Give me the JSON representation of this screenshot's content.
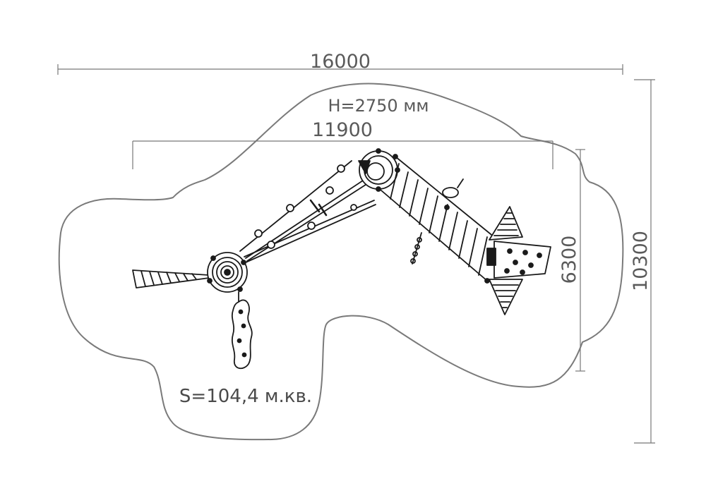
{
  "dimensions": {
    "total_width": "16000",
    "inner_width": "11900",
    "total_depth": "10300",
    "inner_depth": "6300",
    "height": "H=2750 мм"
  },
  "area": "S=104,4 м.кв.",
  "colors": {
    "outline": "#777777",
    "dimension_line": "#777777",
    "structure": "#1a1a1a"
  }
}
